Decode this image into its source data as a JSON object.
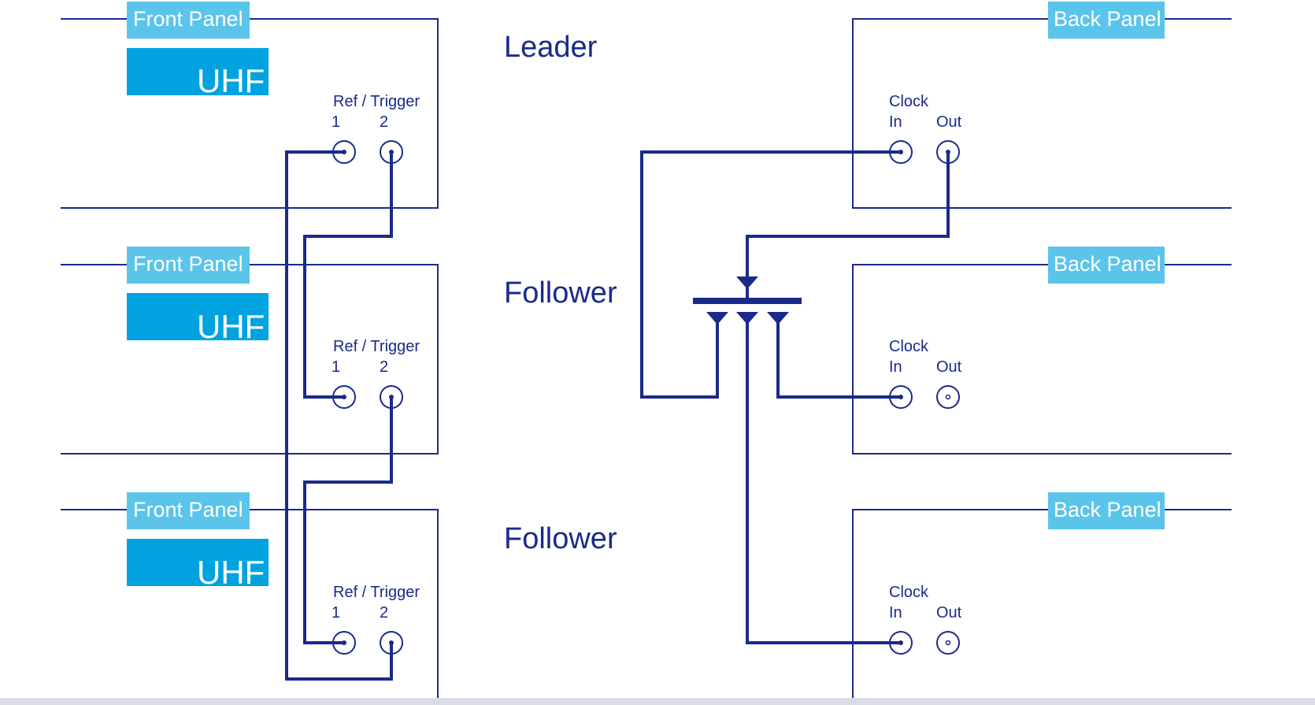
{
  "colors": {
    "line": "#1a2a8a",
    "panel_tag": "#5bc4ea",
    "uhf_block": "#00a3e0",
    "background": "#ffffff"
  },
  "instruments": [
    {
      "role": "Leader",
      "front_panel": {
        "tag": "Front Panel",
        "model": "UHF",
        "connector_group": "Ref / Trigger",
        "connector_1": "1",
        "connector_2": "2"
      },
      "back_panel": {
        "tag": "Back Panel",
        "connector_group": "Clock",
        "connector_in": "In",
        "connector_out": "Out"
      }
    },
    {
      "role": "Follower",
      "front_panel": {
        "tag": "Front Panel",
        "model": "UHF",
        "connector_group": "Ref / Trigger",
        "connector_1": "1",
        "connector_2": "2"
      },
      "back_panel": {
        "tag": "Back Panel",
        "connector_group": "Clock",
        "connector_in": "In",
        "connector_out": "Out"
      }
    },
    {
      "role": "Follower",
      "front_panel": {
        "tag": "Front Panel",
        "model": "UHF",
        "connector_group": "Ref / Trigger",
        "connector_1": "1",
        "connector_2": "2"
      },
      "back_panel": {
        "tag": "Back Panel",
        "connector_group": "Clock",
        "connector_in": "In",
        "connector_out": "Out"
      }
    }
  ]
}
